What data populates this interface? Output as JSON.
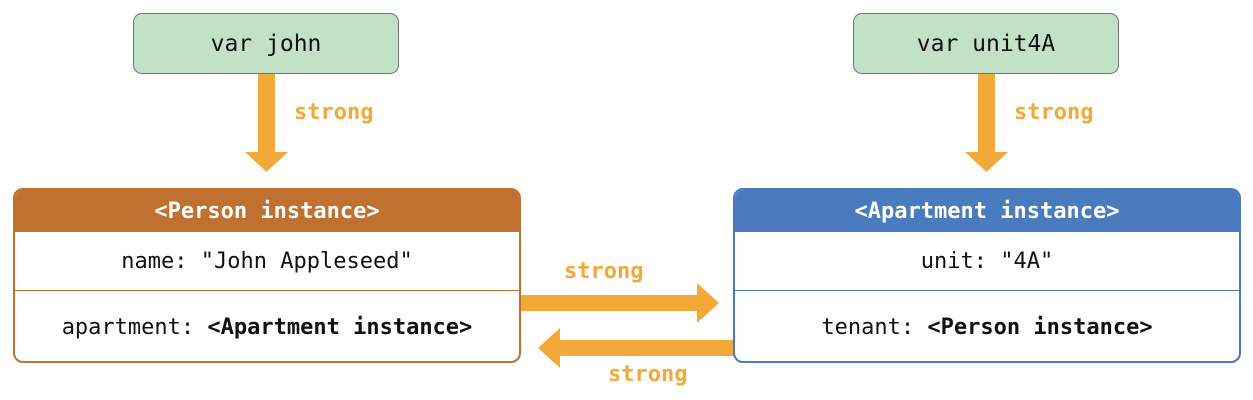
{
  "vars": {
    "john": "var john",
    "unit4a": "var unit4A"
  },
  "person": {
    "header": "<Person instance>",
    "name_key": "name:",
    "name_value": "\"John Appleseed\"",
    "apartment_key": "apartment:",
    "apartment_value": "<Apartment instance>"
  },
  "apartment": {
    "header": "<Apartment instance>",
    "unit_key": "unit:",
    "unit_value": "\"4A\"",
    "tenant_key": "tenant:",
    "tenant_value": "<Person instance>"
  },
  "arrows": {
    "john_to_person": "strong",
    "unit4a_to_apartment": "strong",
    "person_to_apartment": "strong",
    "apartment_to_person": "strong"
  },
  "colors": {
    "arrow": "#f4a83a",
    "var_fill": "#c2e2c7",
    "person": "#c0712f",
    "apartment": "#4a7bbf"
  }
}
